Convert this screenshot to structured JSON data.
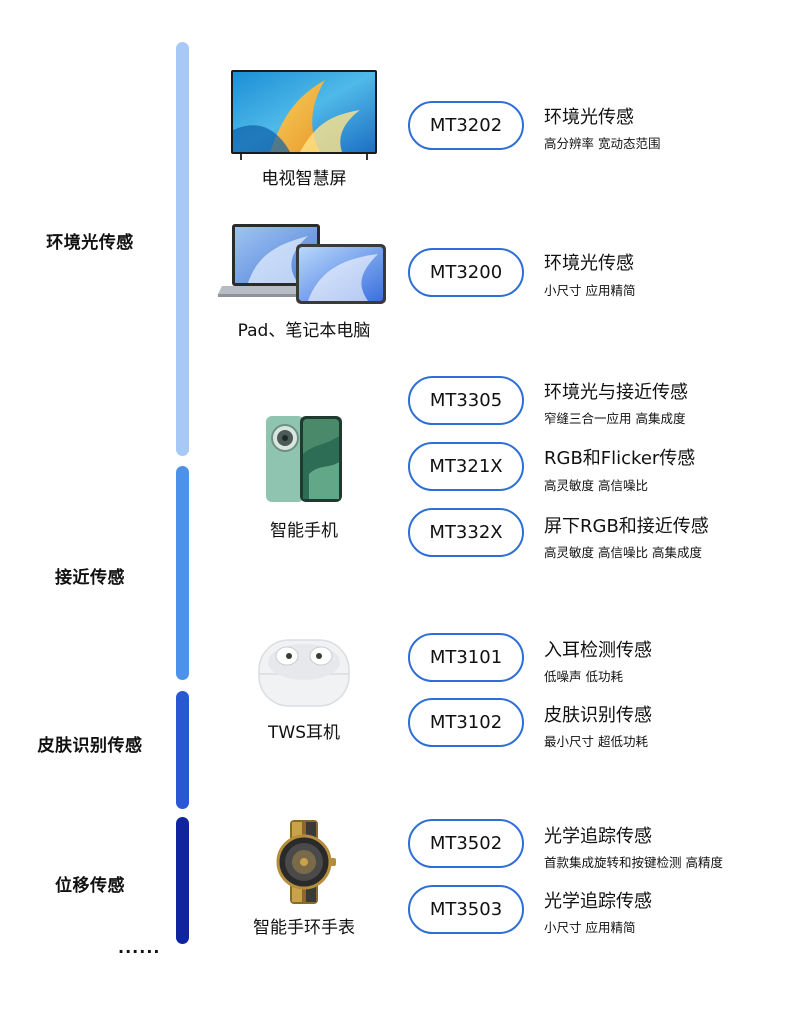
{
  "categories": {
    "ambient_light": "环境光传感",
    "proximity": "接近传感",
    "skin_detection": "皮肤识别传感",
    "displacement": "位移传感",
    "more": "......"
  },
  "colors": {
    "bar_ambient": "#a8c8f6",
    "bar_proximity": "#4c91ea",
    "bar_skin": "#2a58d2",
    "bar_displacement": "#1124a0",
    "pill_border": "#2d6fd6"
  },
  "devices": {
    "tv": "电视智慧屏",
    "pad_laptop": "Pad、笔记本电脑",
    "phone": "智能手机",
    "tws": "TWS耳机",
    "watch": "智能手环手表"
  },
  "products": [
    {
      "model": "MT3202",
      "title": "环境光传感",
      "desc": "高分辨率 宽动态范围"
    },
    {
      "model": "MT3200",
      "title": "环境光传感",
      "desc": "小尺寸 应用精简"
    },
    {
      "model": "MT3305",
      "title": "环境光与接近传感",
      "desc": "窄缝三合一应用 高集成度"
    },
    {
      "model": "MT321X",
      "title": "RGB和Flicker传感",
      "desc": "高灵敏度 高信噪比"
    },
    {
      "model": "MT332X",
      "title": "屏下RGB和接近传感",
      "desc": "高灵敏度 高信噪比 高集成度"
    },
    {
      "model": "MT3101",
      "title": "入耳检测传感",
      "desc": "低噪声 低功耗"
    },
    {
      "model": "MT3102",
      "title": "皮肤识别传感",
      "desc": "最小尺寸 超低功耗"
    },
    {
      "model": "MT3502",
      "title": "光学追踪传感",
      "desc": "首款集成旋转和按键检测 高精度"
    },
    {
      "model": "MT3503",
      "title": "光学追踪传感",
      "desc": "小尺寸 应用精简"
    }
  ]
}
